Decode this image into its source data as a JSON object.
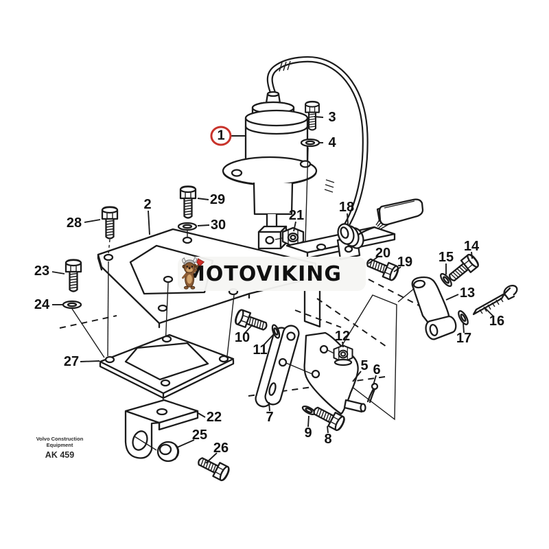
{
  "watermark": {
    "text": "MOTOVIKING",
    "mascot": "viking-dog-mascot"
  },
  "brand": {
    "line1": "Volvo Construction",
    "line2": "Equipment",
    "code": "AK 459"
  },
  "diagram": {
    "type": "exploded-parts-diagram",
    "line_color": "#1b1b1b",
    "highlight_color": "#c8332b",
    "callouts": [
      {
        "label": "1",
        "highlighted": true
      },
      {
        "label": "2"
      },
      {
        "label": "3"
      },
      {
        "label": "4"
      },
      {
        "label": "5"
      },
      {
        "label": "6"
      },
      {
        "label": "7"
      },
      {
        "label": "8"
      },
      {
        "label": "9"
      },
      {
        "label": "10"
      },
      {
        "label": "11"
      },
      {
        "label": "12"
      },
      {
        "label": "13"
      },
      {
        "label": "14"
      },
      {
        "label": "15"
      },
      {
        "label": "16"
      },
      {
        "label": "17"
      },
      {
        "label": "18"
      },
      {
        "label": "19"
      },
      {
        "label": "20"
      },
      {
        "label": "21"
      },
      {
        "label": "22"
      },
      {
        "label": "23"
      },
      {
        "label": "24"
      },
      {
        "label": "25"
      },
      {
        "label": "26"
      },
      {
        "label": "27"
      },
      {
        "label": "28"
      },
      {
        "label": "29"
      },
      {
        "label": "30"
      }
    ]
  }
}
